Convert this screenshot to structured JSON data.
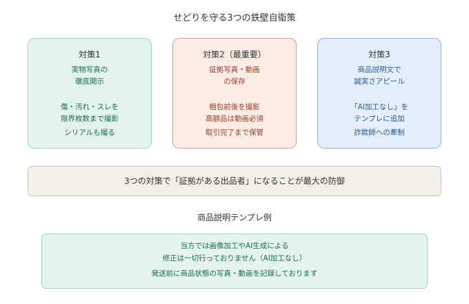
{
  "title": "せどりを守る3つの鉄壁自衛策",
  "cards": [
    {
      "heading": "対策1",
      "lines1": [
        "実物写真の",
        "徹底開示"
      ],
      "lines2": [
        "傷・汚れ・スレを",
        "限界枚数まで撮影",
        "シリアルも撮る"
      ]
    },
    {
      "heading": "対策2（最重要）",
      "lines1": [
        "証拠写真・動画",
        "の保存"
      ],
      "lines2": [
        "梱包前後を撮影",
        "高額品は動画必須",
        "取引完了まで保管"
      ]
    },
    {
      "heading": "対策3",
      "lines1": [
        "商品説明文で",
        "誠実さアピール"
      ],
      "lines2": [
        "「AI加工なし」を",
        "テンプレに追加",
        "詐欺師への牽制"
      ]
    }
  ],
  "banner": "3つの対策で「証拠がある出品者」になることが最大の防御",
  "template_title": "商品説明テンプレ例",
  "template_lines": [
    "当方では画像加工やAI生成による",
    "修正は一切行っておりません（AI加工なし）",
    "発送前に商品状態の写真・動画を記録しております"
  ]
}
